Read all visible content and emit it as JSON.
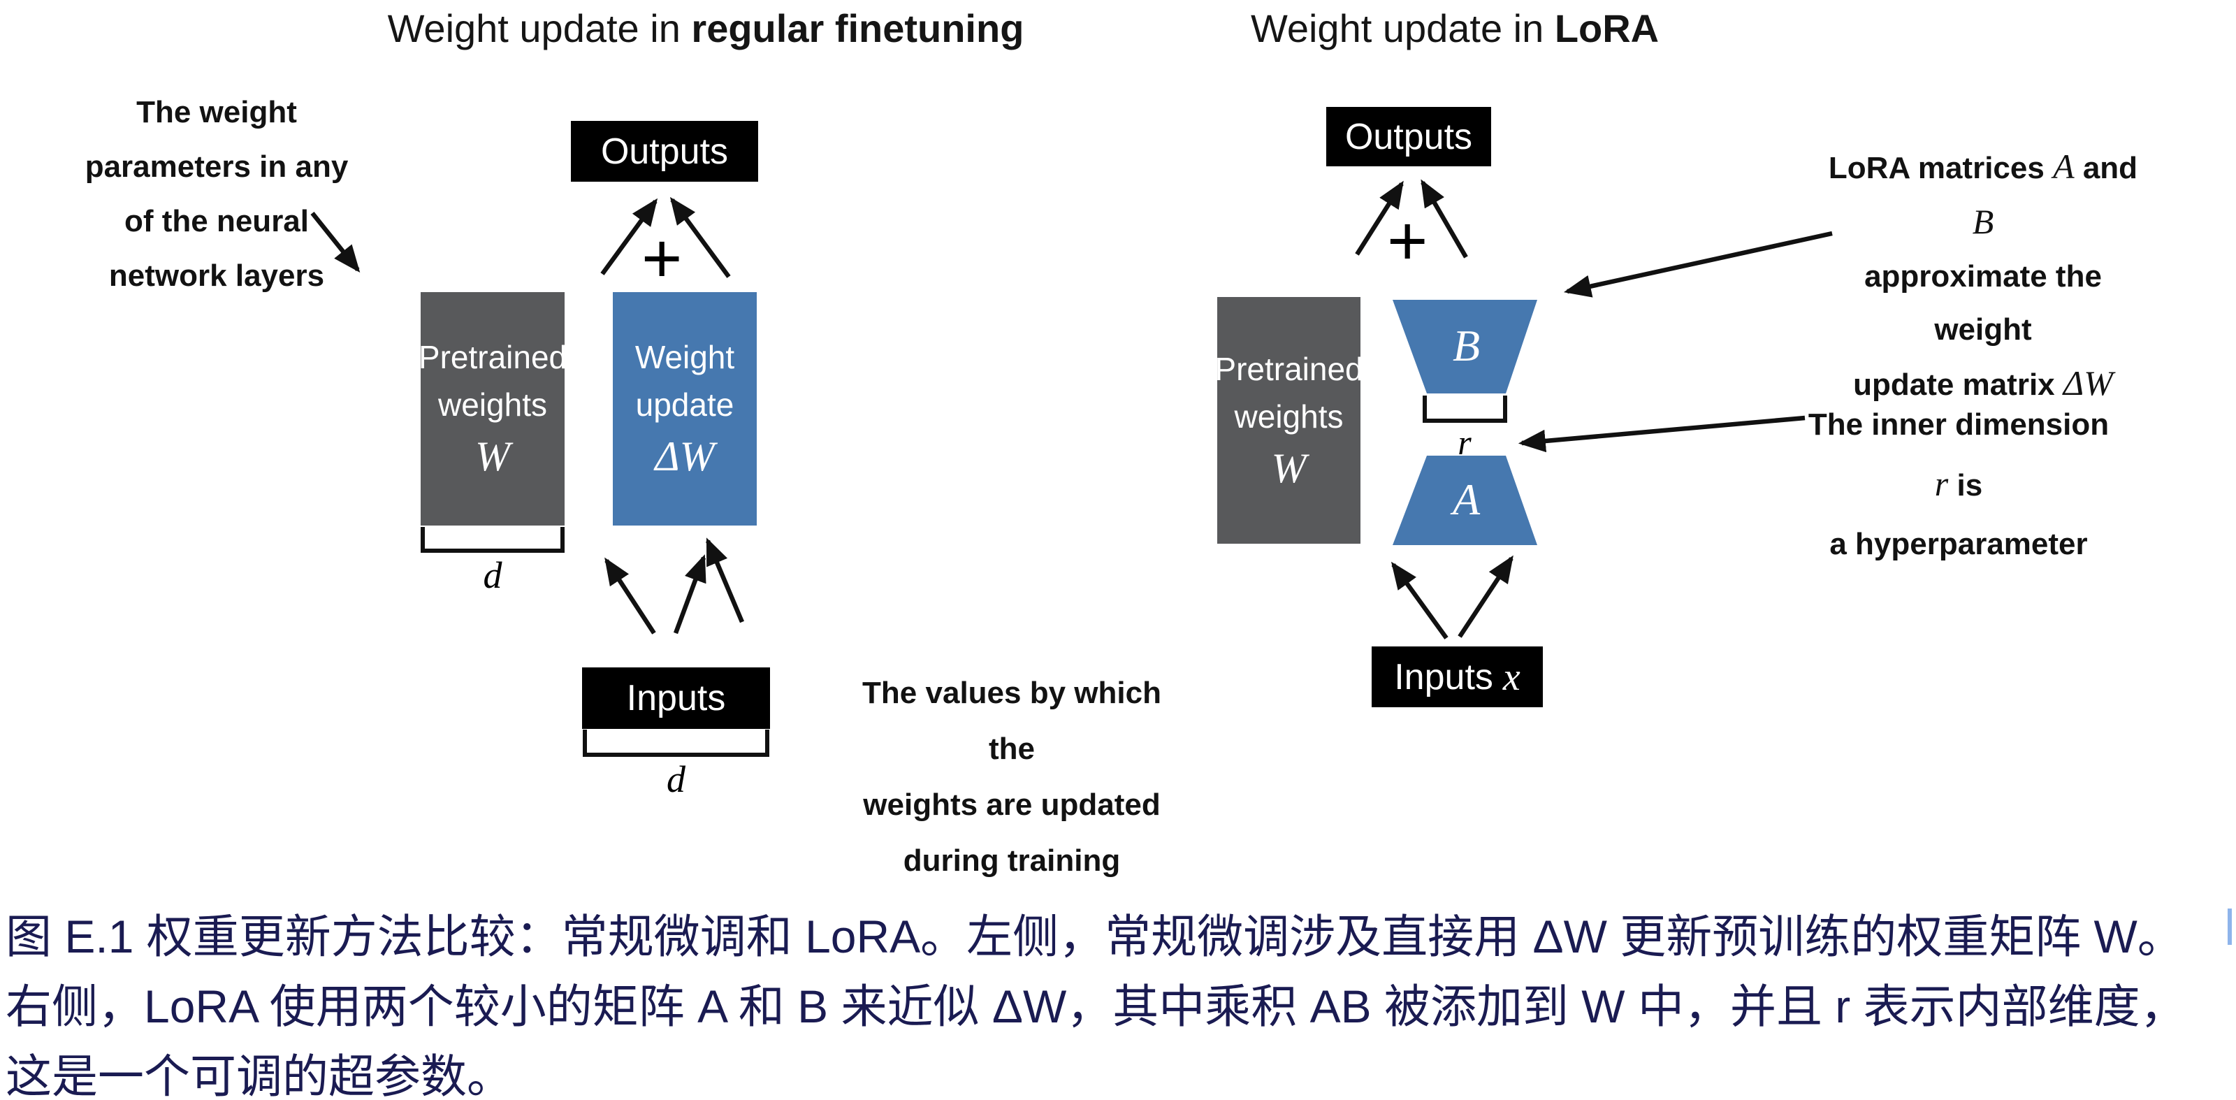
{
  "left_panel": {
    "title": {
      "prefix": "Weight update in ",
      "emphasis": "regular finetuning"
    },
    "weights_annotation": {
      "lines": [
        "The weight",
        "parameters in any",
        "of the neural",
        "network layers"
      ]
    },
    "outputs_label": "Outputs",
    "plus": "+",
    "pretrained_box": {
      "line1": "Pretrained",
      "line2": "weights",
      "symbol": "W"
    },
    "update_box": {
      "line1": "Weight",
      "line2": "update",
      "symbol": "ΔW"
    },
    "dim_label_weights": "d",
    "inputs_label": "Inputs",
    "dim_label_inputs": "d",
    "values_annotation": {
      "lines": [
        "The values by which the",
        "weights are updated",
        "during training"
      ]
    }
  },
  "right_panel": {
    "title": {
      "prefix": "Weight update in ",
      "emphasis": "LoRA"
    },
    "outputs_label": "Outputs",
    "plus": "+",
    "pretrained_box": {
      "line1": "Pretrained",
      "line2": "weights",
      "symbol": "W"
    },
    "matrix_b_label": "B",
    "matrix_a_label": "A",
    "rank_label": "r",
    "inputs_label": {
      "prefix": "Inputs",
      "symbol": "x"
    },
    "lora_annotation": {
      "l1_text": "LoRA matrices ",
      "l1_sym1": "A",
      "l1_mid": " and ",
      "l1_sym2": "B",
      "l2": "approximate the weight",
      "l3_text": "update matrix ",
      "l3_sym": "ΔW"
    },
    "r_annotation": {
      "l1_pre": "The inner dimension ",
      "l1_sym": "r",
      "l1_post": " is",
      "l2": "a hyperparameter"
    }
  },
  "caption": {
    "lines": [
      "图 E.1 权重更新方法比较：常规微调和 LoRA。左侧，常规微调涉及直接用 ΔW 更新预训练的权重矩阵 W。",
      "右侧，LoRA 使用两个较小的矩阵 A 和 B 来近似 ΔW，其中乘积 AB 被添加到 W 中，并且 r 表示内部维度，",
      "这是一个可调的超参数。"
    ]
  },
  "colors": {
    "pretrained_gray": "#58595b",
    "lora_blue": "#4678af",
    "box_black": "#000000",
    "caption_navy": "#1a1b52",
    "arrow_black": "#111111"
  }
}
